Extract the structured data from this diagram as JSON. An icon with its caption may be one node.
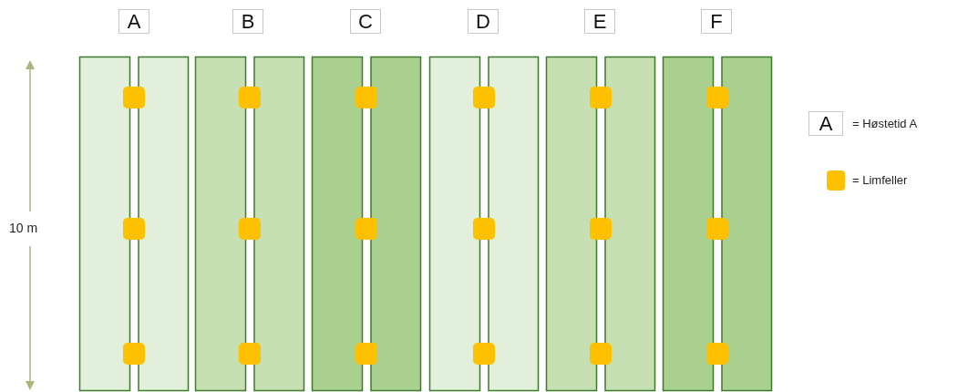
{
  "diagram": {
    "nodes": [
      {
        "text": [
          "A"
        ]
      },
      {
        "text": [
          "B"
        ]
      },
      {
        "text": [
          "C"
        ]
      },
      {
        "text": [
          "D"
        ]
      },
      {
        "text": [
          "E"
        ]
      },
      {
        "text": [
          "F"
        ]
      }
    ],
    "labels": [
      "10 m",
      "A"
    ],
    "legend": [
      {
        "text": "= Høstetid A"
      },
      {
        "text": "= Limfeller",
        "color": "#ffc000"
      }
    ]
  }
}
